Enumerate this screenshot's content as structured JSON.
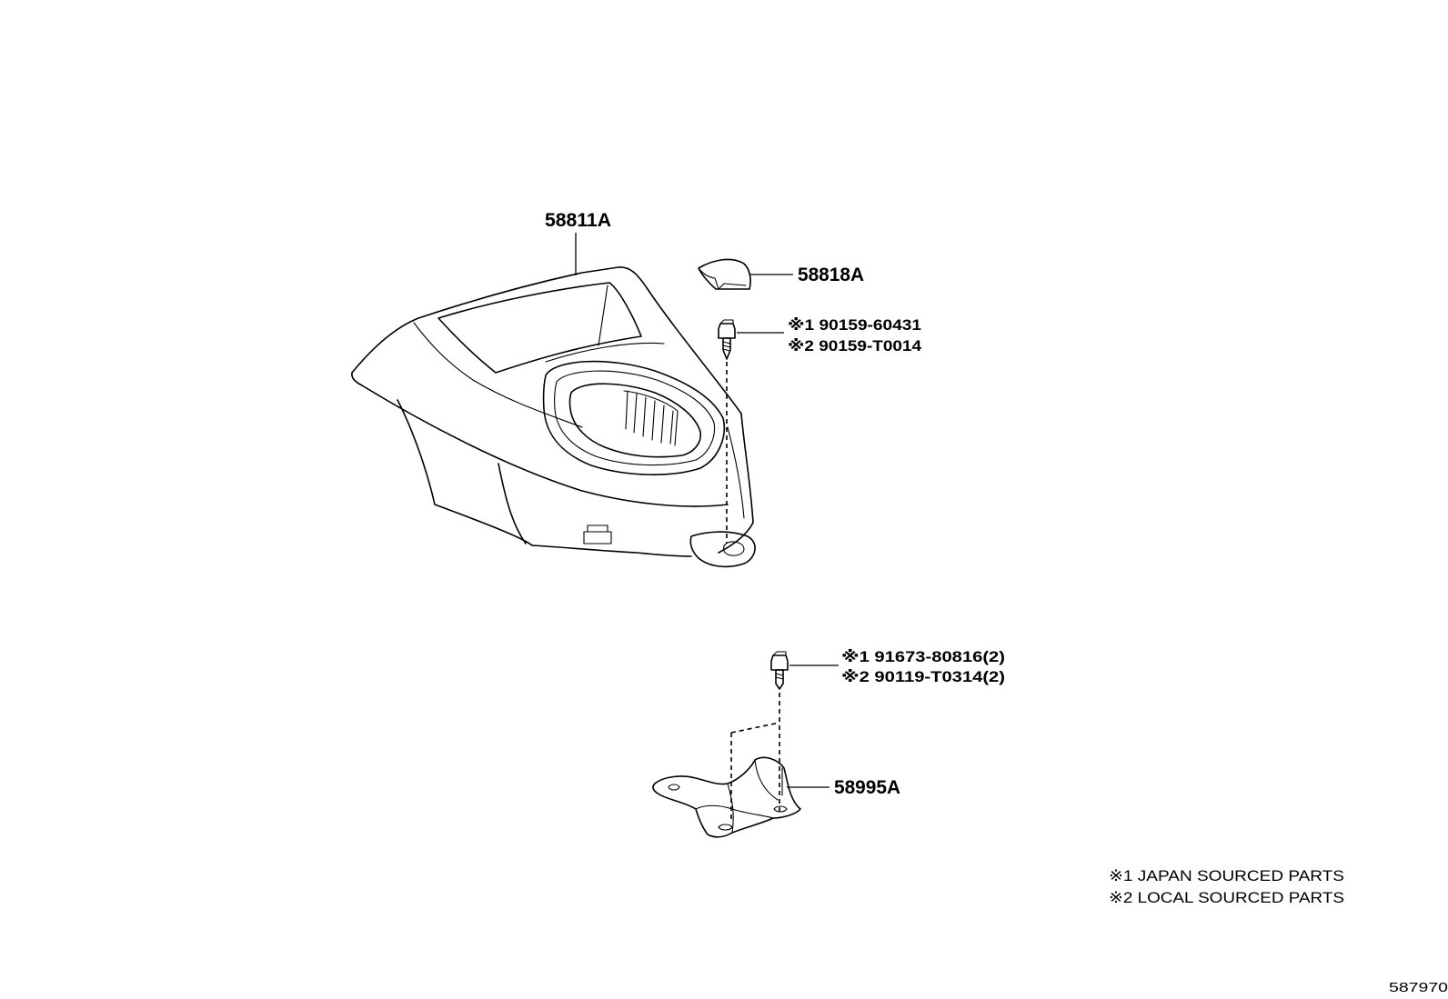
{
  "parts": {
    "console_box": {
      "label": "58811A"
    },
    "cap": {
      "label": "58818A"
    },
    "screw_upper": {
      "ref1": "※1 90159-60431",
      "ref2": "※2 90159-T0014"
    },
    "bolt_lower": {
      "ref1": "※1 91673-80816(2)",
      "ref2": "※2 90119-T0314(2)"
    },
    "bracket": {
      "label": "58995A"
    }
  },
  "legend": {
    "line1": "※1 JAPAN SOURCED PARTS",
    "line2": "※2 LOCAL SOURCED PARTS"
  },
  "diagram_id": "587970"
}
